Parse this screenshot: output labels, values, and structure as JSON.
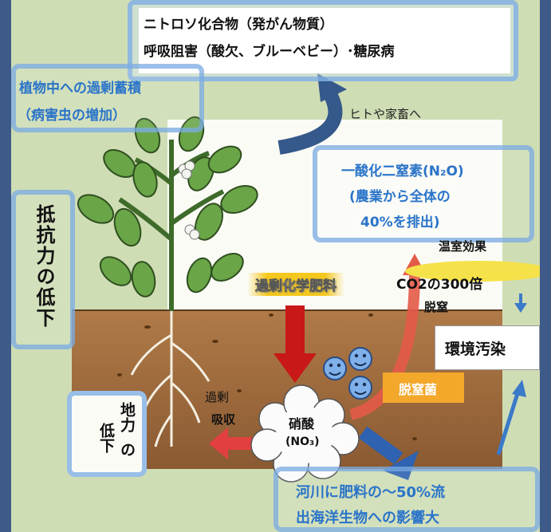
{
  "top_box": {
    "line1": "ニトロソ化合物（発がん物質）",
    "line2": "呼吸阻害（酸欠、ブルーベビー）･糖尿病"
  },
  "accumulation": {
    "line1": "植物中への過剰蓄積",
    "line2": "（病害虫の増加）"
  },
  "to_humans": "ヒトや家畜へ",
  "n2o": {
    "line1": "一酸化二窒素(N₂O)",
    "line2": "(農業から全体の",
    "line3": "40%を排出)"
  },
  "greenhouse": "温室効果",
  "co2_ratio": "CO2の300倍",
  "excess_fertilizer": "過剰化学肥料",
  "denitrification": "脱窒",
  "env_pollution": "環境汚染",
  "resistance": "抵抗力の低下",
  "soil_decline": {
    "col1": "地力",
    "col2": "の",
    "col3": "低下"
  },
  "excess_absorb": {
    "line1": "過剰",
    "line2": "吸収"
  },
  "nitrate": {
    "line1": "硝酸",
    "line2": "(NO₃)"
  },
  "bacteria": "脱窒菌",
  "river": {
    "line1": "河川に肥料の～50%流",
    "line2": "出海洋生物への影響大"
  },
  "colors": {
    "frame": "#3d5a88",
    "accent_blue": "#2a74c9",
    "soil": "#8a5a32",
    "arrow_red": "#c81818",
    "highlight_yellow": "#f5e24a"
  }
}
